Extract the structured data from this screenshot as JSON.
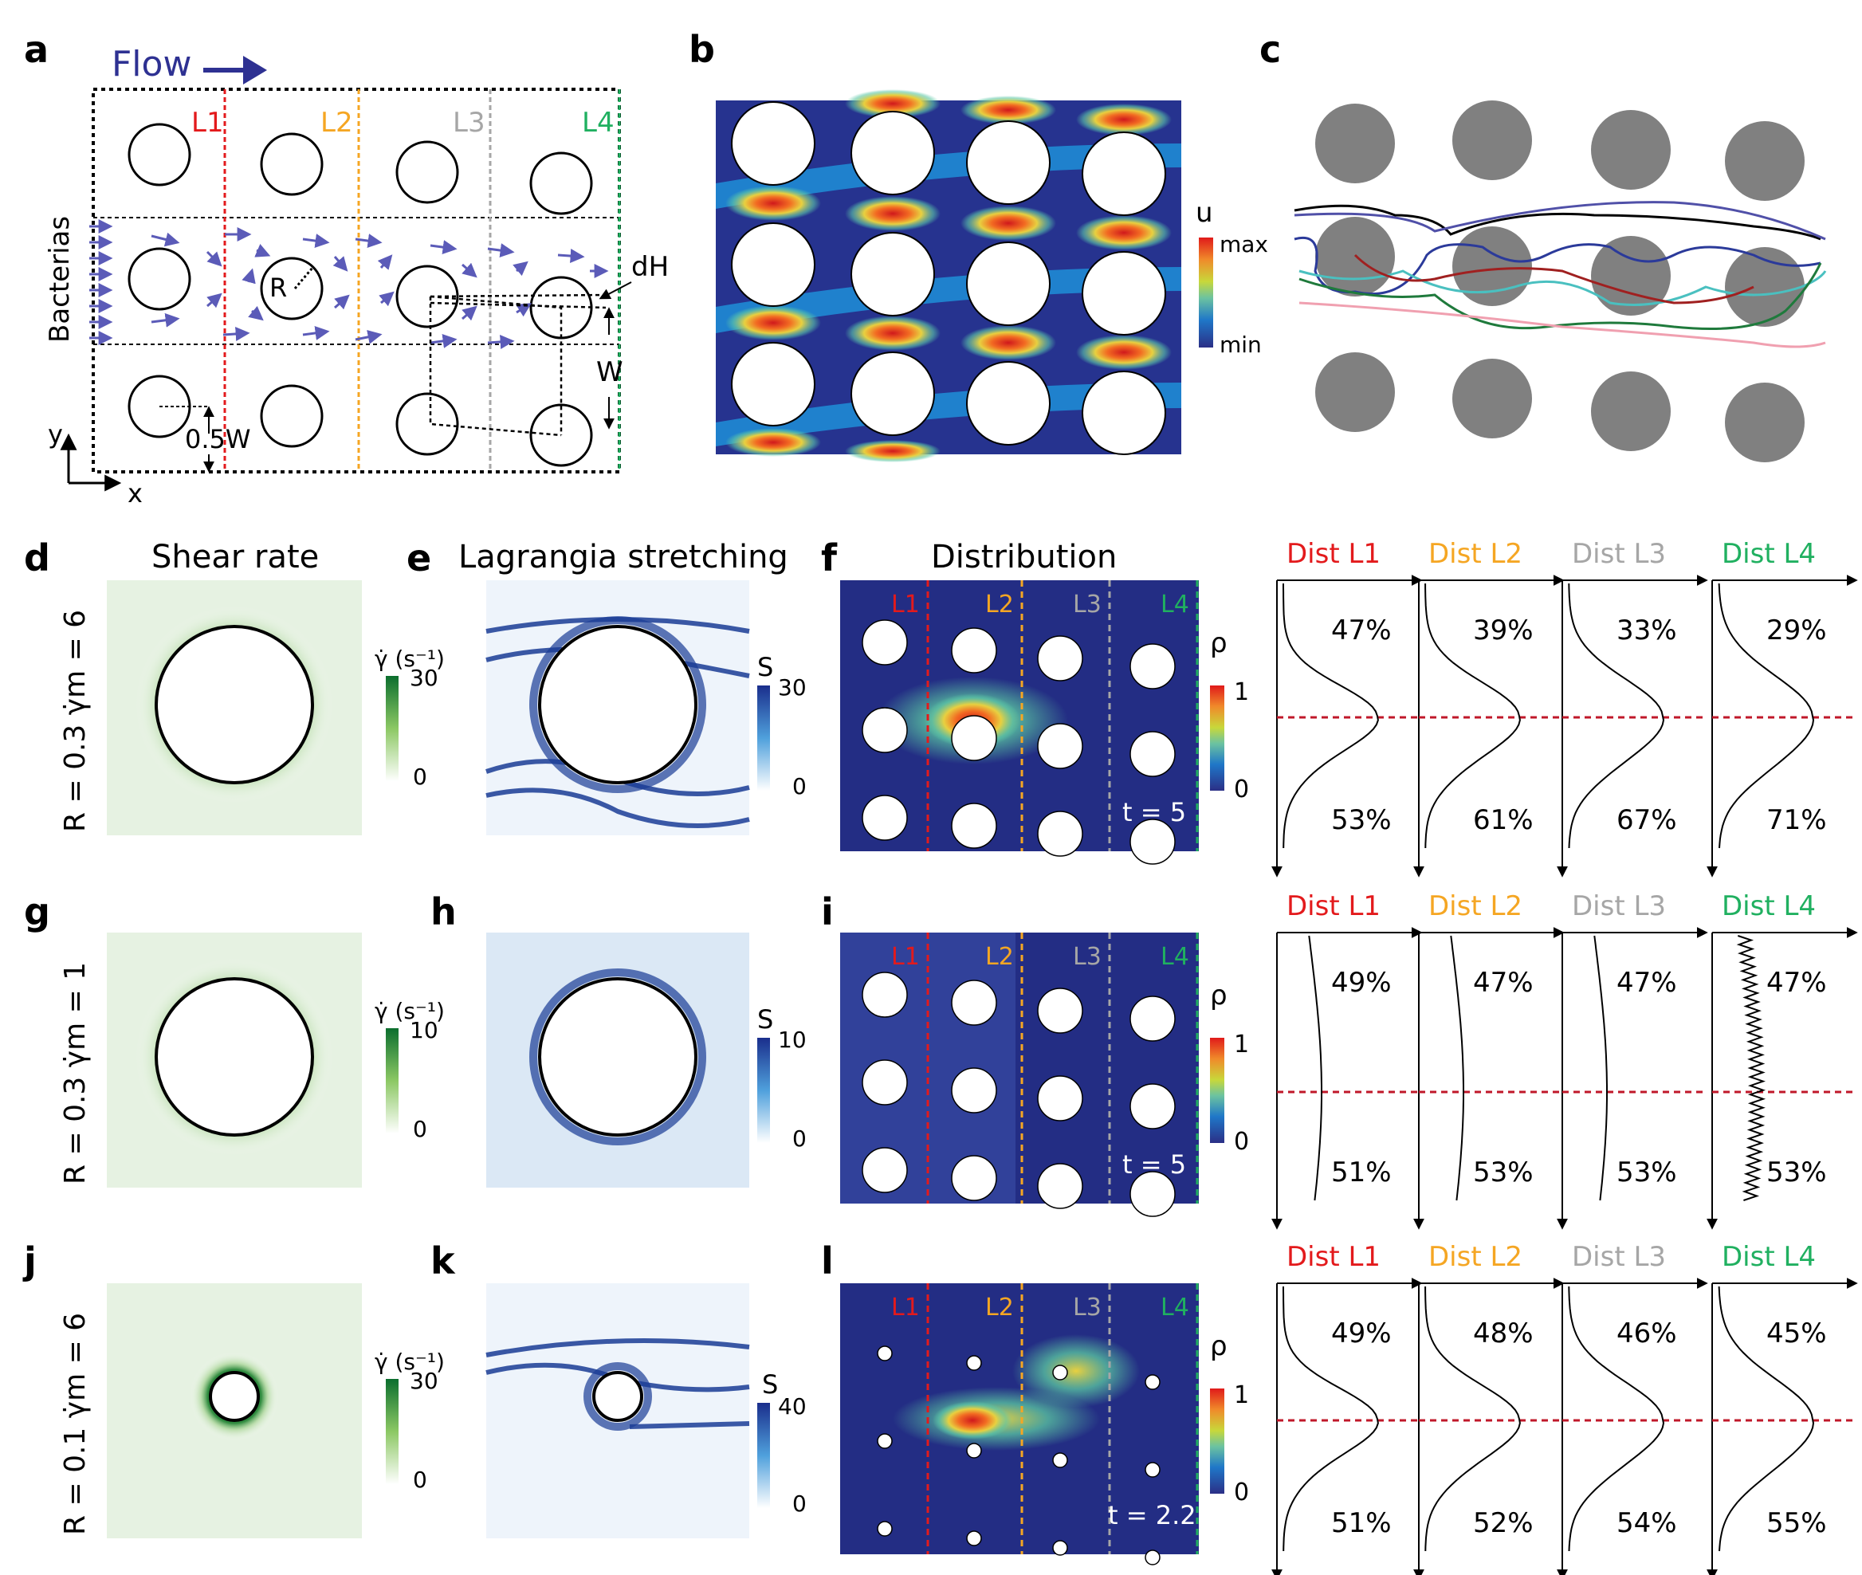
{
  "panel_letters": {
    "a": "a",
    "b": "b",
    "c": "c",
    "d": "d",
    "e": "e",
    "f": "f",
    "g": "g",
    "h": "h",
    "i": "i",
    "j": "j",
    "k": "k",
    "l": "l"
  },
  "panel_a": {
    "flow_label": "Flow",
    "bacterias_label": "Bacterias",
    "lines": [
      "L1",
      "L2",
      "L3",
      "L4"
    ],
    "R_label": "R",
    "dH_label": "dH",
    "W_label": "W",
    "halfW_label": "0.5W",
    "y_axis": "y",
    "x_axis": "x"
  },
  "panel_b": {
    "colorbar_title": "u",
    "max_label": "max",
    "min_label": "min"
  },
  "col_titles": {
    "d": "Shear rate",
    "e": "Lagrangia stretching",
    "f": "Distribution"
  },
  "rows": [
    {
      "row_label": "R = 0.3  γ̇m = 6",
      "gamma_label": "γ̇ (s⁻¹)",
      "gamma_max": "30",
      "gamma_min": "0",
      "S_label": "S",
      "S_max": "30",
      "S_min": "0",
      "rho_label": "ρ",
      "rho_max": "1",
      "rho_min": "0",
      "time": "t = 5",
      "dist": [
        {
          "title": "Dist L1",
          "top": "47%",
          "bottom": "53%"
        },
        {
          "title": "Dist L2",
          "top": "39%",
          "bottom": "61%"
        },
        {
          "title": "Dist L3",
          "top": "33%",
          "bottom": "67%"
        },
        {
          "title": "Dist L4",
          "top": "29%",
          "bottom": "71%"
        }
      ]
    },
    {
      "row_label": "R = 0.3  γ̇m = 1",
      "gamma_label": "γ̇ (s⁻¹)",
      "gamma_max": "10",
      "gamma_min": "0",
      "S_label": "S",
      "S_max": "10",
      "S_min": "0",
      "rho_label": "ρ",
      "rho_max": "1",
      "rho_min": "0",
      "time": "t = 5",
      "dist": [
        {
          "title": "Dist L1",
          "top": "49%",
          "bottom": "51%"
        },
        {
          "title": "Dist L2",
          "top": "47%",
          "bottom": "53%"
        },
        {
          "title": "Dist L3",
          "top": "47%",
          "bottom": "53%"
        },
        {
          "title": "Dist L4",
          "top": "47%",
          "bottom": "53%"
        }
      ]
    },
    {
      "row_label": "R = 0.1  γ̇m = 6",
      "gamma_label": "γ̇ (s⁻¹)",
      "gamma_max": "30",
      "gamma_min": "0",
      "S_label": "S",
      "S_max": "40",
      "S_min": "0",
      "rho_label": "ρ",
      "rho_max": "1",
      "rho_min": "0",
      "time": "t = 2.2",
      "dist": [
        {
          "title": "Dist L1",
          "top": "49%",
          "bottom": "51%"
        },
        {
          "title": "Dist L2",
          "top": "48%",
          "bottom": "52%"
        },
        {
          "title": "Dist L3",
          "top": "46%",
          "bottom": "54%"
        },
        {
          "title": "Dist L4",
          "top": "45%",
          "bottom": "55%"
        }
      ]
    }
  ],
  "colors": {
    "L1": "#e31a1c",
    "L2": "#f5a623",
    "L3": "#a6a6a6",
    "L4": "#20b060",
    "arrow": "#5b5bb8",
    "dash": "#c0182a"
  }
}
